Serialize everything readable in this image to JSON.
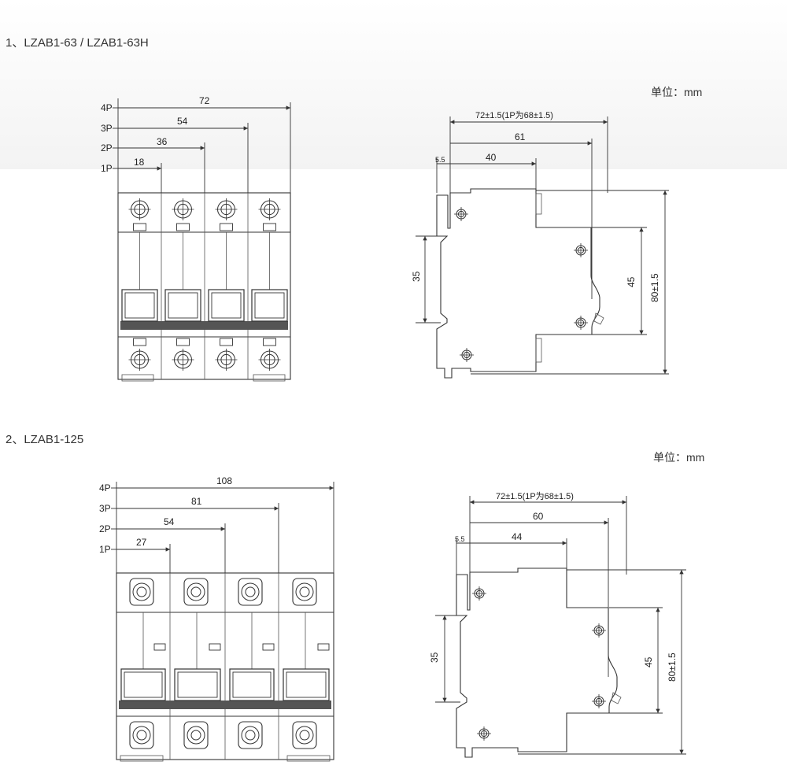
{
  "section1": {
    "heading": "1、LZAB1-63 / LZAB1-63H",
    "unit": "单位：mm",
    "poles": [
      "4P",
      "3P",
      "2P",
      "1P"
    ],
    "widths": [
      "72",
      "54",
      "36",
      "18"
    ],
    "side": {
      "overall_width": "72±1.5(1P为68±1.5)",
      "depth_61": "61",
      "depth_40": "40",
      "offset": "5.5",
      "rail": "35",
      "front": "45",
      "height": "80±1.5"
    }
  },
  "section2": {
    "heading": "2、LZAB1-125",
    "unit": "单位：mm",
    "poles": [
      "4P",
      "3P",
      "2P",
      "1P"
    ],
    "widths": [
      "108",
      "81",
      "54",
      "27"
    ],
    "side": {
      "overall_width": "72±1.5(1P为68±1.5)",
      "depth_60": "60",
      "depth_44": "44",
      "offset": "5.5",
      "rail": "35",
      "front": "45",
      "height": "80±1.5"
    }
  },
  "colors": {
    "line": "#333333",
    "bar": "#555555",
    "band": "#f3f3f3"
  }
}
